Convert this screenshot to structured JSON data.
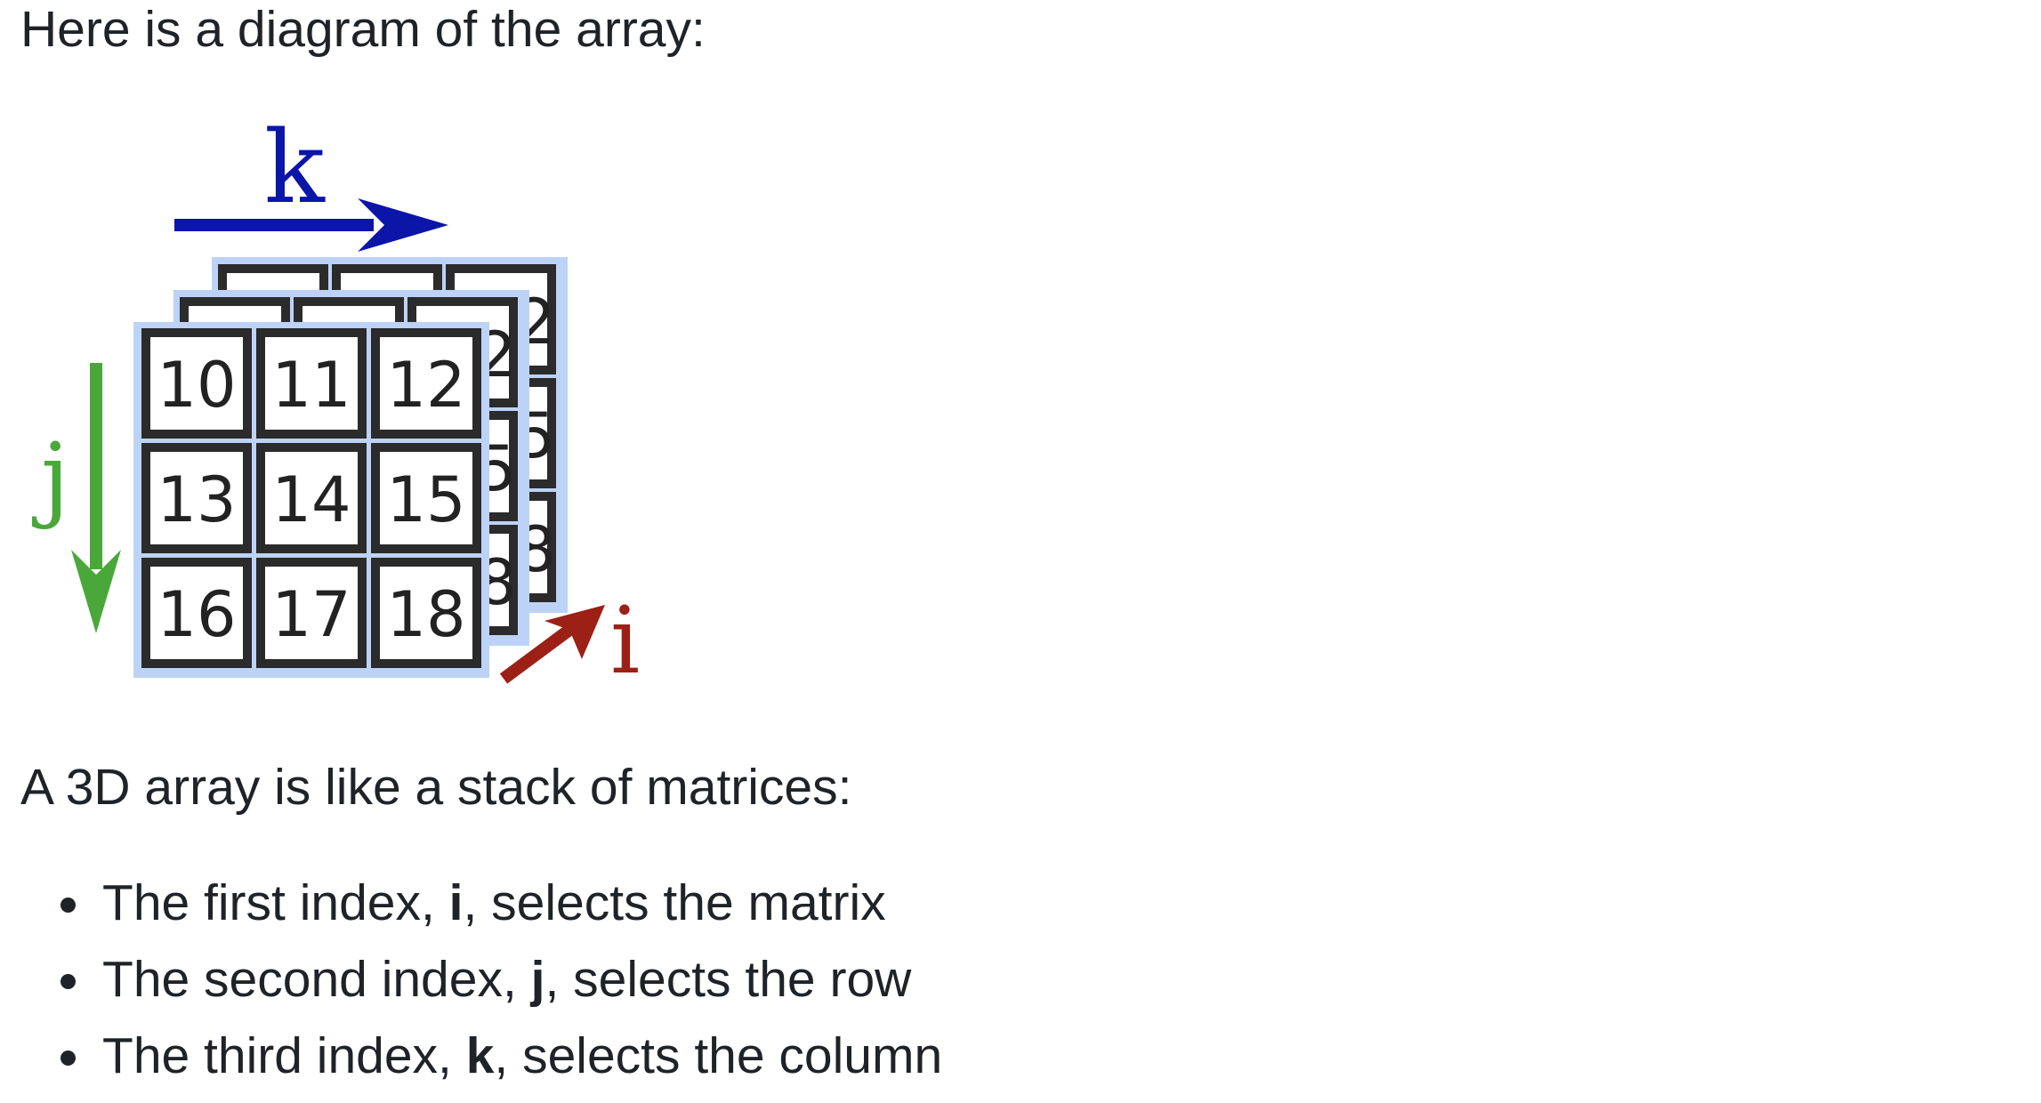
{
  "intro_text": "Here is a diagram of the array:",
  "diagram": {
    "axes": {
      "k": {
        "label": "k",
        "color": "#0b15a8"
      },
      "j": {
        "label": "j",
        "color": "#4aa83a"
      },
      "i": {
        "label": "i",
        "color": "#9c2016"
      }
    },
    "front_matrix": {
      "rows": [
        [
          "10",
          "11",
          "12"
        ],
        [
          "13",
          "14",
          "15"
        ],
        [
          "16",
          "17",
          "18"
        ]
      ]
    },
    "middle_matrix": {
      "partial_digits": [
        "2",
        "5",
        "8"
      ]
    },
    "back_matrix": {
      "partial_digits": [
        "2",
        "5",
        "8"
      ]
    },
    "colors": {
      "matrix_background": "#bcd3f7",
      "cell_border": "#2b2b2b",
      "cell_fill": "#ffffff"
    }
  },
  "stack_text": "A 3D array is like a stack of matrices:",
  "index_list": [
    {
      "prefix": "The first index, ",
      "bold": "i",
      "suffix": ", selects the matrix"
    },
    {
      "prefix": "The second index, ",
      "bold": "j",
      "suffix": ", selects the row"
    },
    {
      "prefix": "The third index, ",
      "bold": "k",
      "suffix": ", selects the column"
    }
  ]
}
